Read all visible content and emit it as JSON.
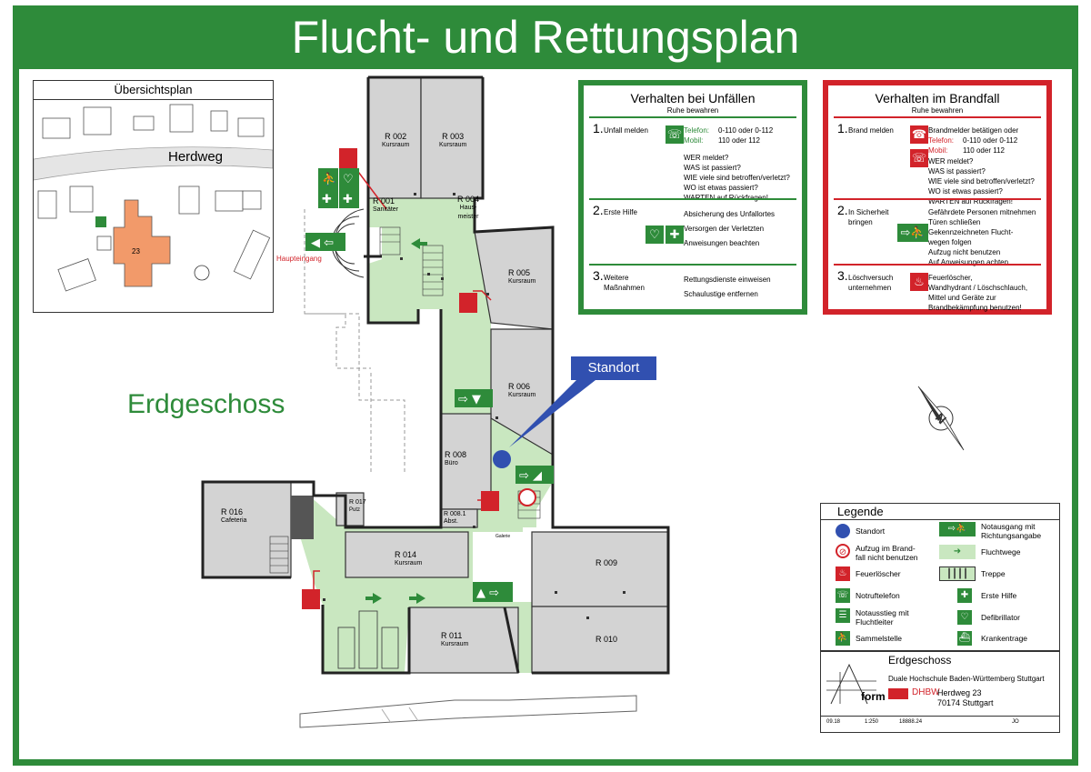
{
  "title": "Flucht- und Rettungsplan",
  "floor_label": "Erdgeschoss",
  "standort_label": "Standort",
  "overview": {
    "title": "Übersichtsplan",
    "street": "Herdweg",
    "building_no": "23"
  },
  "rooms": {
    "r002": "R 002",
    "r002_type": "Kursraum",
    "r003": "R 003",
    "r003_type": "Kursraum",
    "r001": "R 001",
    "r001_type": "Sanitäter",
    "r004": "R 004",
    "r004_type1": "Haus-",
    "r004_type2": "meister",
    "r005": "R 005",
    "r005_type": "Kursraum",
    "r006": "R 006",
    "r006_type": "Kursraum",
    "r008": "R 008",
    "r008_type": "Büro",
    "r0081": "R 008.1",
    "r0081_type": "Abst.",
    "r016": "R 016",
    "r016_type": "Cafeteria",
    "r017": "R 017",
    "r017_type": "Putz",
    "r014": "R 014",
    "r014_type": "Kursraum",
    "r009": "R 009",
    "r010": "R 010",
    "r011": "R 011",
    "r011_type": "Kursraum",
    "gallery": "Galerie",
    "haupteingang": "Haupteingang"
  },
  "accidents": {
    "title": "Verhalten bei Unfällen",
    "subtitle": "Ruhe bewahren",
    "s1_num": "1.",
    "s1_label": "Unfall melden",
    "s1_tel_k": "Telefon:",
    "s1_tel_v": "0-110 oder 0-112",
    "s1_mob_k": "Mobil:",
    "s1_mob_v": "110 oder 112",
    "s1_q1": "WER meldet?",
    "s1_q2": "WAS ist passiert?",
    "s1_q3": "WIE viele sind betroffen/verletzt?",
    "s1_q4": "WO ist etwas passiert?",
    "s1_q5": "WARTEN auf Rückfragen!",
    "s2_num": "2.",
    "s2_label": "Erste Hilfe",
    "s2_t1": "Absicherung des Unfallortes",
    "s2_t2": "Versorgen der Verletzten",
    "s2_t3": "Anweisungen beachten",
    "s3_num": "3.",
    "s3_label1": "Weitere",
    "s3_label2": "Maßnahmen",
    "s3_t1": "Rettungsdienste einweisen",
    "s3_t2": "Schaulustige entfernen"
  },
  "fire": {
    "title": "Verhalten im Brandfall",
    "subtitle": "Ruhe bewahren",
    "s1_num": "1.",
    "s1_label": "Brand melden",
    "s1_t1": "Brandmelder betätigen oder",
    "s1_tel_k": "Telefon:",
    "s1_tel_v": "0-110 oder 0-112",
    "s1_mob_k": "Mobil:",
    "s1_mob_v": "110 oder 112",
    "s1_q1": "WER meldet?",
    "s1_q2": "WAS ist passiert?",
    "s1_q3": "WIE viele sind betroffen/verletzt?",
    "s1_q4": "WO ist etwas passiert?",
    "s1_q5": "WARTEN auf Rückfragen!",
    "s2_num": "2.",
    "s2_label1": "In Sicherheit",
    "s2_label2": "bringen",
    "s2_t1": "Gefährdete Personen mitnehmen",
    "s2_t2": "Türen schließen",
    "s2_t3": "Gekennzeichneten Flucht-",
    "s2_t4": "wegen folgen",
    "s2_t5": "Aufzug nicht benutzen",
    "s2_t6": "Auf Anweisungen achten",
    "s3_num": "3.",
    "s3_label1": "Löschversuch",
    "s3_label2": "unternehmen",
    "s3_t1": "Feuerlöscher,",
    "s3_t2": "Wandhydrant / Löschschlauch,",
    "s3_t3": "Mittel und Geräte zur",
    "s3_t4": "Brandbekämpfung benutzen!"
  },
  "legend": {
    "title": "Legende",
    "standort": "Standort",
    "aufzug1": "Aufzug im Brand-",
    "aufzug2": "fall nicht benutzen",
    "feuerloescher": "Feuerlöscher",
    "notruf": "Notruftelefon",
    "notausstieg1": "Notausstieg mit",
    "notausstieg2": "Fluchtleiter",
    "sammel": "Sammelstelle",
    "notausgang1": "Notausgang mit",
    "notausgang2": "Richtungsangabe",
    "fluchtwege": "Fluchtwege",
    "treppe": "Treppe",
    "erstehilfe": "Erste Hilfe",
    "defi": "Defibrillator",
    "krankentrage": "Krankentrage"
  },
  "titleblock": {
    "floor": "Erdgeschoss",
    "client": "Duale Hochschule Baden-Württemberg Stuttgart",
    "brand": "DHBW",
    "addr1": "Herdweg 23",
    "addr2": "70174 Stuttgart",
    "logo": "form",
    "date": "09.18",
    "scale": "1:250",
    "drawing_no": "18888.24",
    "author": "JO"
  },
  "colors": {
    "green": "#2e8b3a",
    "red": "#d2232a",
    "route": "#c9e7c0",
    "room": "#d3d3d3",
    "blue": "#3150b0",
    "building": "#f29a6a"
  }
}
